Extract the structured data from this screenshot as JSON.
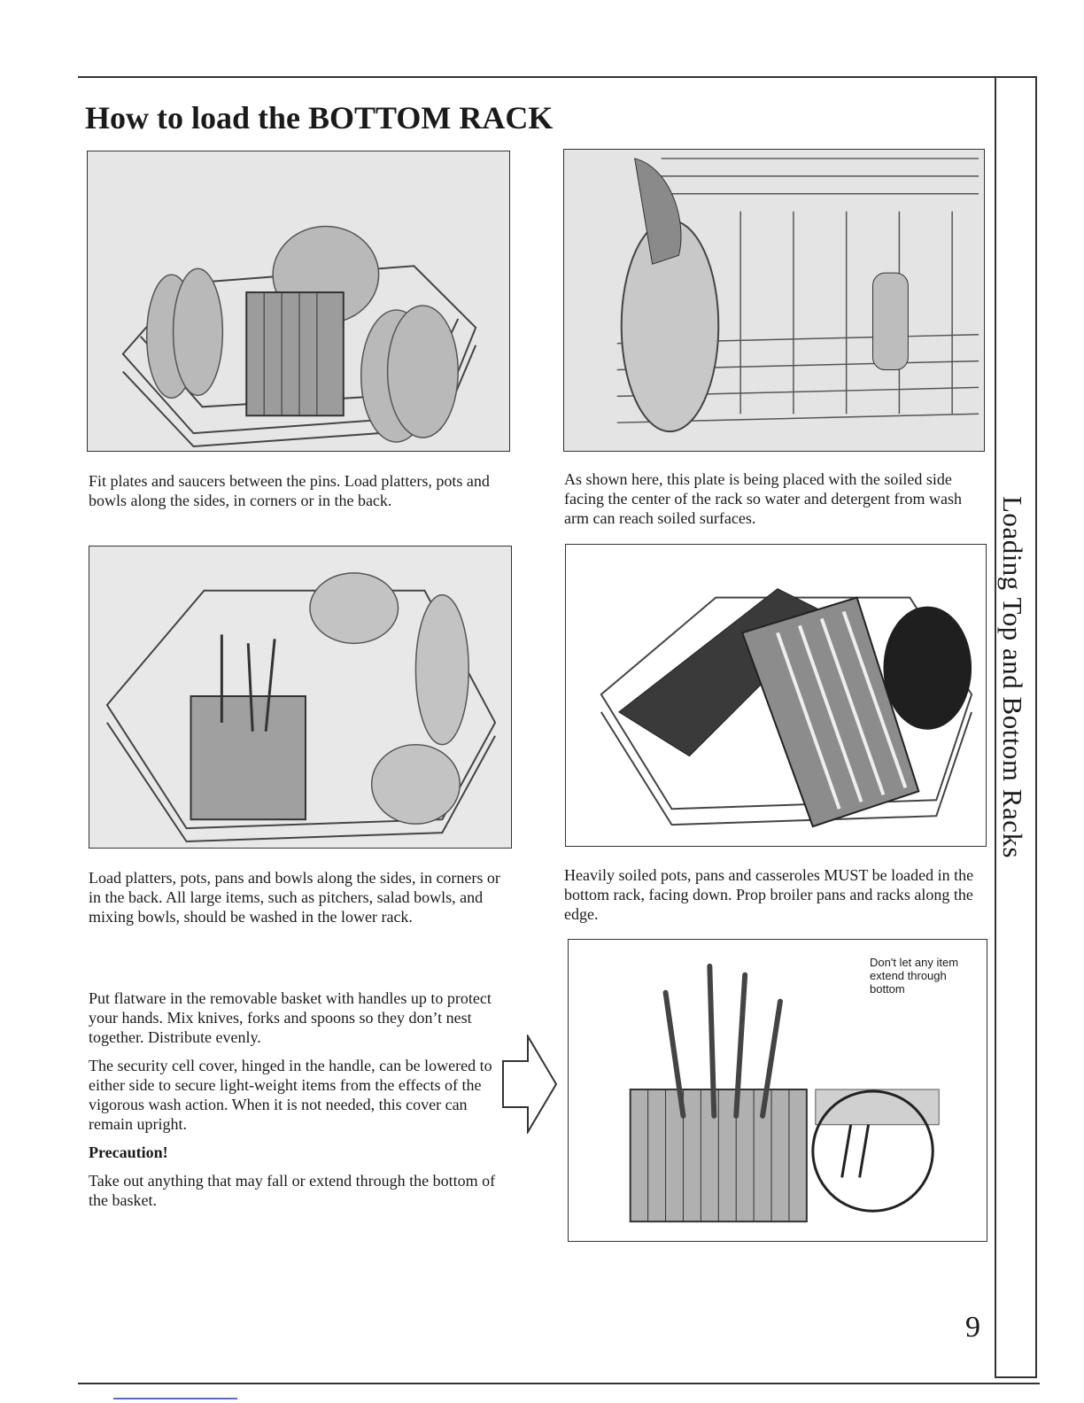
{
  "page": {
    "title": "How to load the BOTTOM RACK",
    "side_tab": "Loading Top and Bottom Racks",
    "page_number": "9"
  },
  "captions": {
    "c1": "Fit plates and saucers between the pins. Load platters, pots and bowls along the sides, in corners or in the back.",
    "c2": "As shown here, this plate is being placed with the soiled side facing the center of the rack so water and detergent from wash arm can reach soiled surfaces.",
    "c3": "Load platters, pots, pans and bowls along the sides, in corners or in the back. All large items, such as pitchers, salad bowls, and mixing bowls, should be washed in the lower rack.",
    "c4": "Heavily soiled pots, pans and casseroles MUST be loaded in the bottom rack, facing down. Prop broiler pans and racks along the edge."
  },
  "flatware": {
    "p1": "Put flatware in the removable basket with handles up to protect your hands. Mix knives, forks and spoons so they don’t nest together. Distribute evenly.",
    "p2": "The security cell cover, hinged in the handle, can be lowered to either side to secure light-weight items from the effects of the vigorous wash action. When it is not needed, this cover can remain upright.",
    "precaution_heading": "Precaution!",
    "precaution_text": "Take out anything that may fall or extend through the bottom of the basket.",
    "callout": "Don't let any item extend through bottom"
  },
  "icons": {
    "arrow": "outline-right-arrow-icon"
  }
}
